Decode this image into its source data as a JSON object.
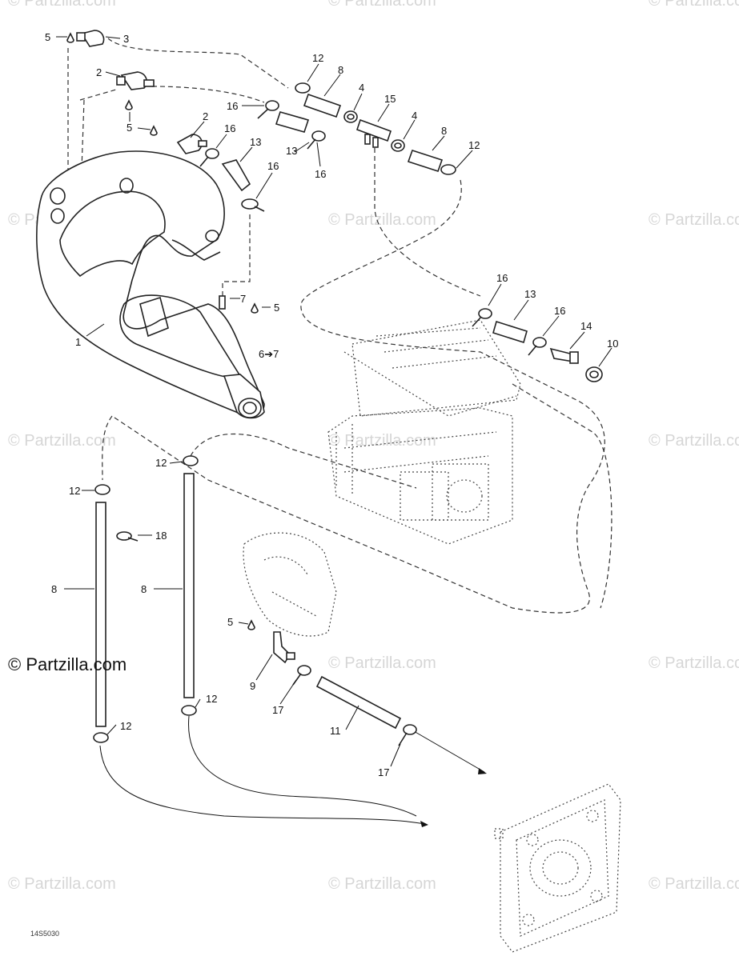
{
  "watermark": "© Partzilla.com",
  "brand_label": "© Partzilla.com",
  "figure_code": "14S5030",
  "callouts": {
    "c1": "1",
    "c2a": "2",
    "c2b": "2",
    "c3": "3",
    "c4a": "4",
    "c4b": "4",
    "c5a": "5",
    "c5b": "5",
    "c5c": "5",
    "c5d": "5",
    "c67": "6➔7",
    "c7": "7",
    "c8a": "8",
    "c8b": "8",
    "c8c": "8",
    "c8d": "8",
    "c9": "9",
    "c10": "10",
    "c11": "11",
    "c12a": "12",
    "c12b": "12",
    "c12c": "12",
    "c12d": "12",
    "c12e": "12",
    "c12f": "12",
    "c13a": "13",
    "c13b": "13",
    "c13c": "13",
    "c14": "14",
    "c15": "15",
    "c16a": "16",
    "c16b": "16",
    "c16c": "16",
    "c16d": "16",
    "c16e": "16",
    "c16f": "16",
    "c17a": "17",
    "c17b": "17",
    "c18": "18"
  }
}
